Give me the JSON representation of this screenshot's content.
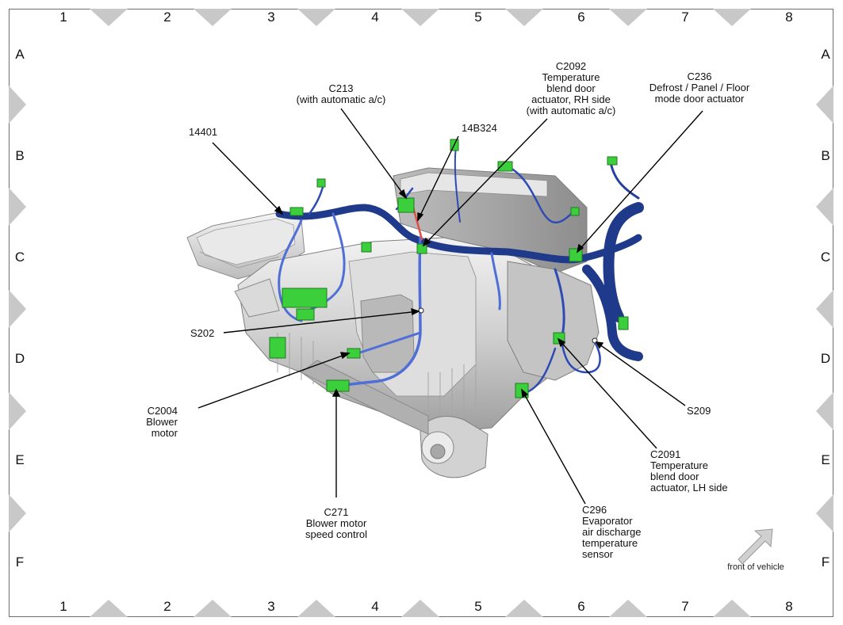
{
  "grid": {
    "columns": [
      "1",
      "2",
      "3",
      "4",
      "5",
      "6",
      "7",
      "8"
    ],
    "rows": [
      "A",
      "B",
      "C",
      "D",
      "E",
      "F"
    ]
  },
  "callouts": {
    "c213": [
      "C213",
      "(with automatic a/c)"
    ],
    "c2092": [
      "C2092",
      "Temperature",
      "blend door",
      "actuator, RH side",
      "(with automatic a/c)"
    ],
    "c236": [
      "C236",
      "Defrost / Panel / Floor",
      "mode door actuator"
    ],
    "w14401": [
      "14401"
    ],
    "w14b324": [
      "14B324"
    ],
    "s202": [
      "S202"
    ],
    "c2004": [
      "C2004",
      "Blower",
      "motor"
    ],
    "c271": [
      "C271",
      "Blower motor",
      "speed control"
    ],
    "c296": [
      "C296",
      "Evaporator",
      "air discharge",
      "temperature",
      "sensor"
    ],
    "c2091": [
      "C2091",
      "Temperature",
      "blend door",
      "actuator, LH side"
    ],
    "s209": [
      "S209"
    ]
  },
  "front_indicator": "front of vehicle",
  "colors": {
    "harness": "#1f3a8a",
    "harness_light": "#4f6fd6",
    "connector": "#3ccf3c",
    "splice_wire": "#e0504a",
    "housing": "#d4d4d4",
    "triangle": "#c8c8c8"
  }
}
